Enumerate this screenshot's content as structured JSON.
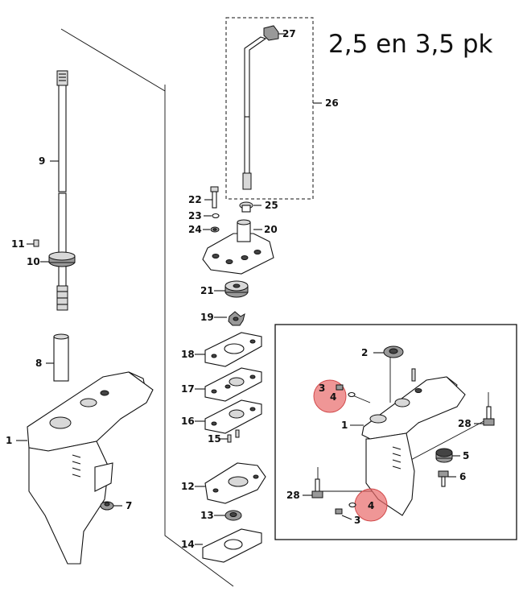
{
  "title": "2,5 en 3,5 pk",
  "callouts": {
    "c1": "1",
    "c2": "2",
    "c3": "3",
    "c4": "4",
    "c5": "5",
    "c6": "6",
    "c7": "7",
    "c8": "8",
    "c9": "9",
    "c10": "10",
    "c11": "11",
    "c12": "12",
    "c13": "13",
    "c14": "14",
    "c15": "15",
    "c16": "16",
    "c17": "17",
    "c18": "18",
    "c19": "19",
    "c20": "20",
    "c21": "21",
    "c22": "22",
    "c23": "23",
    "c24": "24",
    "c25": "25",
    "c26": "26",
    "c27": "27",
    "c28": "28"
  },
  "inset": {
    "c1": "1",
    "c2": "2",
    "c3a": "3",
    "c4a": "4",
    "c3b": "3",
    "c4b": "4",
    "c5": "5",
    "c6": "6",
    "c28a": "28",
    "c28b": "28"
  },
  "highlight_color": "#e8696a"
}
